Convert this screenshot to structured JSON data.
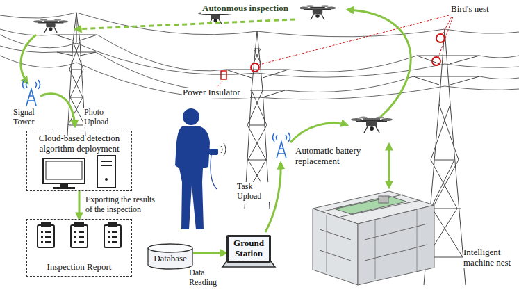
{
  "diagram": {
    "nodes": [
      {
        "text": [
          "Cloud-based detection algorithm deployment"
        ]
      },
      {
        "text": [
          "Inspection Report"
        ]
      },
      {
        "text": [
          "Database"
        ]
      },
      {
        "text": [
          "Ground Station"
        ]
      }
    ],
    "edges": [
      {
        "from": 0,
        "to": 1,
        "arrow": "to",
        "label": "Exporting the results of the inspection"
      },
      {
        "from": 2,
        "to": 3,
        "arrow": "to",
        "label": "Data Reading"
      }
    ],
    "labels": [
      "Autonmous inspection",
      "Bird's nest",
      "Power Insulator",
      "Signal Tower",
      "Photo Upload",
      "Task Upload",
      "Automatic battery replacement",
      "Intelligent machine nest"
    ]
  }
}
